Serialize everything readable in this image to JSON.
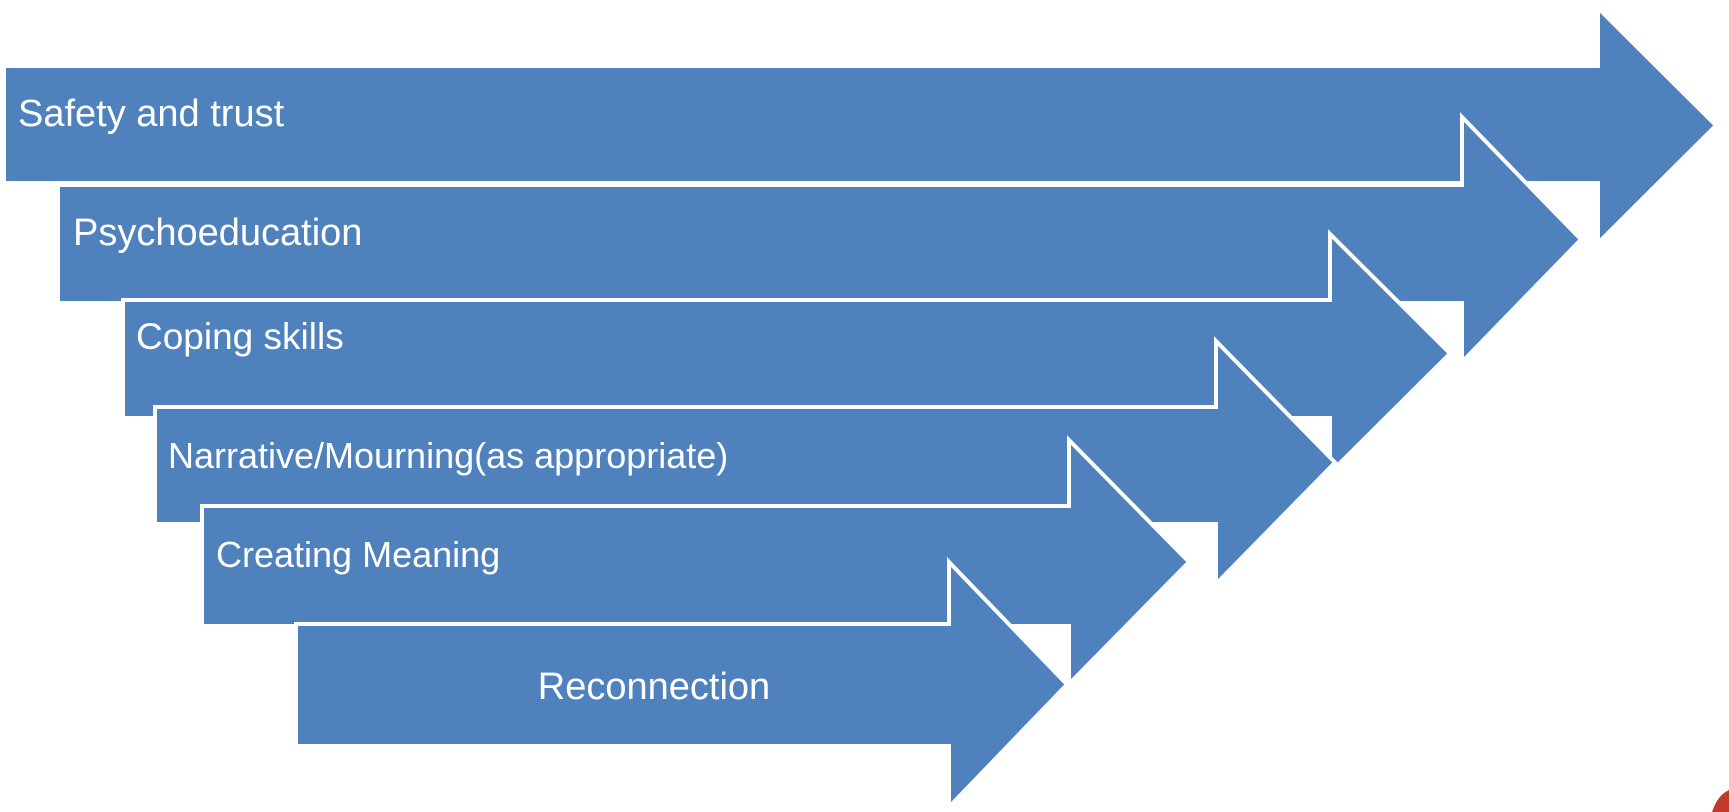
{
  "diagram": {
    "arrow_color": "#4F81BD",
    "border_color": "#FFFFFF",
    "corner_mark_color": "#C0392B",
    "stages": [
      {
        "label": "Safety and trust"
      },
      {
        "label": "Psychoeducation"
      },
      {
        "label": "Coping skills"
      },
      {
        "label": "Narrative/Mourning(as appropriate)"
      },
      {
        "label": "Creating Meaning"
      },
      {
        "label": "Reconnection"
      }
    ]
  }
}
